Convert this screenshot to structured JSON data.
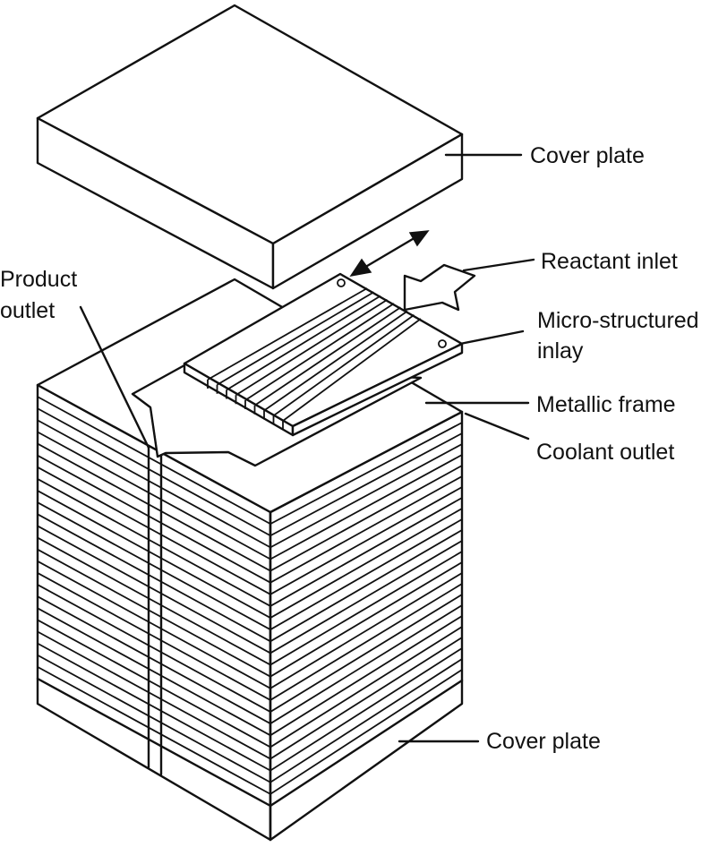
{
  "labels": {
    "cover_plate_top": "Cover plate",
    "reactant_inlet": "Reactant inlet",
    "product_outlet_line1": "Product",
    "product_outlet_line2": "outlet",
    "micro_line1": "Micro-structured",
    "micro_line2": "inlay",
    "metallic_frame": "Metallic frame",
    "coolant_outlet": "Coolant outlet",
    "cover_plate_bottom": "Cover plate"
  },
  "stack": {
    "layer_count": 25
  },
  "inlay": {
    "channel_count": 8
  }
}
